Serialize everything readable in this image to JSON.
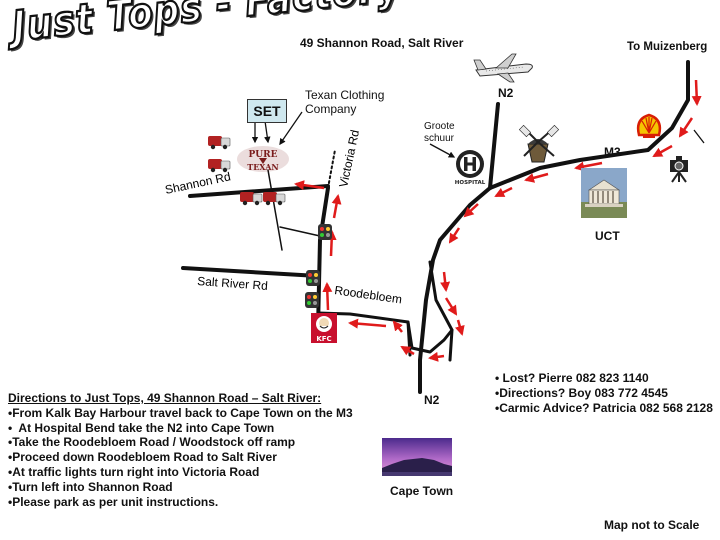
{
  "title": "Just Tops - Factory",
  "address": "49 Shannon Road, Salt River",
  "destinations": {
    "muizenberg": "To Muizenberg",
    "cape_town": "Cape Town"
  },
  "landmarks": {
    "set": "SET",
    "texan_line1": "Texan Clothing",
    "texan_line2": "Company",
    "groote_line1": "Groote",
    "groote_line2": "schuur",
    "hospital_label": "HOSPITAL",
    "uct": "UCT",
    "pure_texan_line1": "PURE",
    "pure_texan_line2": "TEXAN",
    "kfc": "KFC"
  },
  "roads": {
    "n2_top": "N2",
    "n2_bottom": "N2",
    "m3": "M3",
    "shannon": "Shannon Rd",
    "victoria": "Victoria Rd",
    "salt_river": "Salt River Rd",
    "roodebloem": "Roodebloem"
  },
  "contacts": [
    "• Lost? Pierre 082 823 1140",
    "•Directions? Boy 083 772 4545",
    "•Carmic Advice? Patricia 082 568 2128"
  ],
  "directions": {
    "heading": "Directions to Just Tops, 49 Shannon Road – Salt River:",
    "steps": [
      "•From Kalk Bay Harbour travel back to Cape Town on the M3",
      "•  At Hospital Bend take the N2 into Cape Town",
      "•Take the Roodebloem Road / Woodstock off ramp",
      "•Proceed down Roodebloem Road to Salt River",
      "•At traffic lights turn right into Victoria Road",
      "•Turn left into Shannon Road",
      "•Please park as per unit instructions."
    ]
  },
  "footer_note": "Map not to Scale",
  "colors": {
    "road": "#111111",
    "arrow": "#e01b1b",
    "set_box": "#cfe8ef"
  },
  "icons": [
    "airplane-icon",
    "shell-logo-icon",
    "camera-icon",
    "windmill-icon",
    "hospital-icon",
    "uct-building-icon",
    "truck-icon",
    "traffic-light-icon",
    "kfc-logo-icon",
    "cape-town-photo-icon"
  ]
}
